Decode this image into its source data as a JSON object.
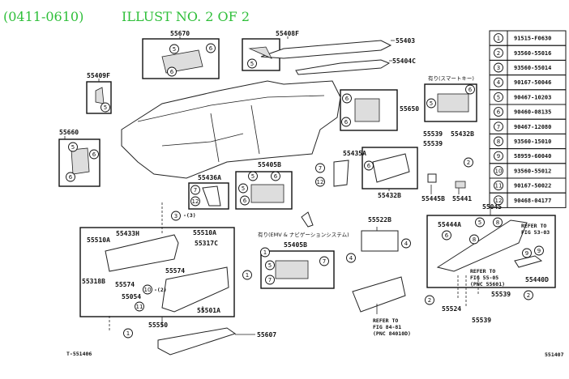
{
  "header": {
    "date_range": "(0411-0610)",
    "illust": "ILLUST NO. 2 OF 2"
  },
  "parts_table": {
    "rows": [
      {
        "num": "1",
        "part": "91515-F0630"
      },
      {
        "num": "2",
        "part": "93560-55016"
      },
      {
        "num": "3",
        "part": "93560-55014"
      },
      {
        "num": "4",
        "part": "90167-50046"
      },
      {
        "num": "5",
        "part": "90467-10203"
      },
      {
        "num": "6",
        "part": "90460-08135"
      },
      {
        "num": "7",
        "part": "90467-12080"
      },
      {
        "num": "8",
        "part": "93560-15010"
      },
      {
        "num": "9",
        "part": "58959-60040"
      },
      {
        "num": "10",
        "part": "93560-55012"
      },
      {
        "num": "11",
        "part": "90167-50022"
      },
      {
        "num": "12",
        "part": "90468-04177"
      }
    ]
  },
  "labels": {
    "p55670": "55670",
    "p55408F": "55408F",
    "p55403": "55403",
    "p55404C": "55404C",
    "p55409F": "55409F",
    "smart_key": "有り(スマートキー)",
    "p55650": "55650",
    "p55660": "55660",
    "p55539": "55539",
    "p55432B": "55432B",
    "p55435A": "55435A",
    "p55405B": "55405B",
    "p55436A": "55436A",
    "p55445B": "55445B",
    "p55441": "55441",
    "p55045": "55045",
    "qty3": "-(3)",
    "p55433H": "55433H",
    "p55510A": "55510A",
    "p55317C": "55317C",
    "p55318B": "55318B",
    "p55574": "55574",
    "p55054": "55054",
    "qty2": "-(2)",
    "p55501A": "55501A",
    "p55550": "55550",
    "p55607": "55607",
    "diagram_id_left": "T-551406",
    "emv_nav": "有り(EMV & ナビゲーションシステム)",
    "p55522B": "55522B",
    "refer_84": [
      "REFER TO",
      "FIG 84-81",
      "(PNC 84010D)"
    ],
    "p55444A": "55444A",
    "refer_53": [
      "REFER TO",
      "FIG 53-03"
    ],
    "p55440D": "55440D",
    "refer_55": [
      "REFER TO",
      "FIG 55-05",
      "(PNC 55601)"
    ],
    "p55524": "55524",
    "diagram_id_right": "551407"
  }
}
